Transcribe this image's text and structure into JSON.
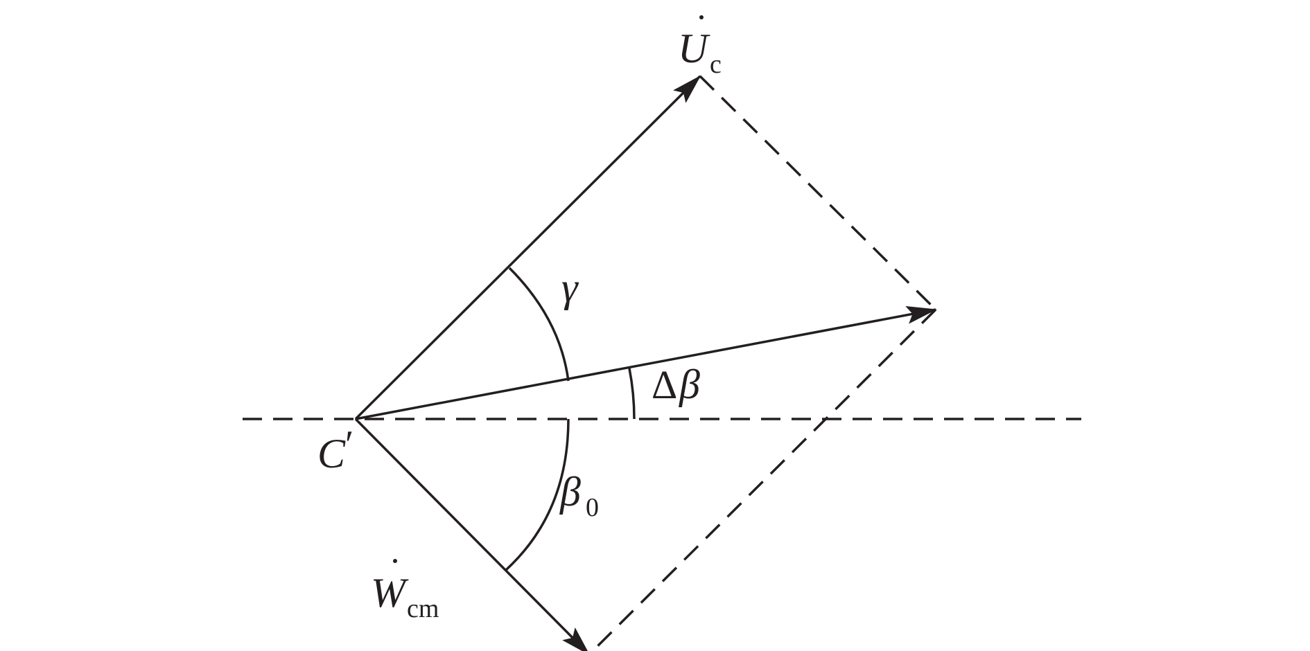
{
  "colors": {
    "stroke": "#231f20",
    "background": "#ffffff"
  },
  "labels": {
    "uc_main": "U",
    "uc_sub": "c",
    "wcm_main": "W",
    "wcm_sub": "cm",
    "origin_main": "C",
    "origin_prime": "′",
    "gamma": "γ",
    "delta_sym": "Δ",
    "delta_beta": "β",
    "beta0_main": "β",
    "beta0_sub": "0"
  }
}
